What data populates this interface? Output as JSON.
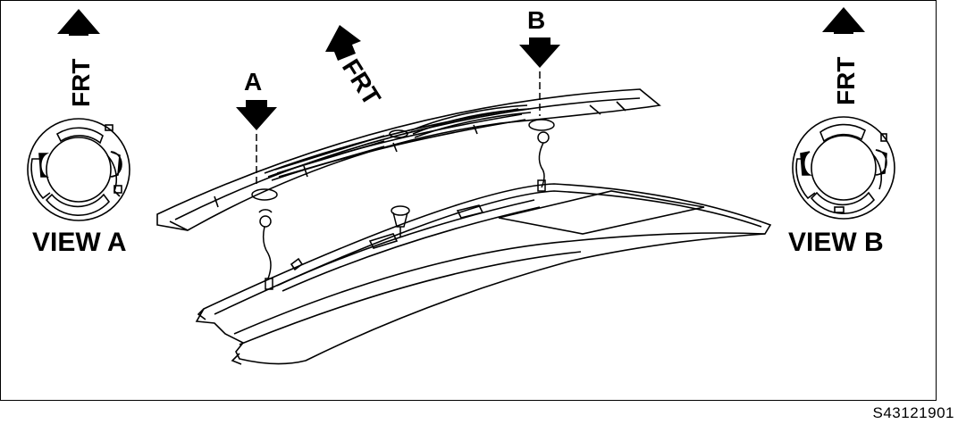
{
  "figure": {
    "arrow_label": "FRT",
    "marker_a": "A",
    "marker_b": "B",
    "view_a_label": "VIEW A",
    "view_b_label": "VIEW B",
    "reference_code": "S43121901"
  },
  "colors": {
    "line": "#000000",
    "background": "#ffffff"
  }
}
